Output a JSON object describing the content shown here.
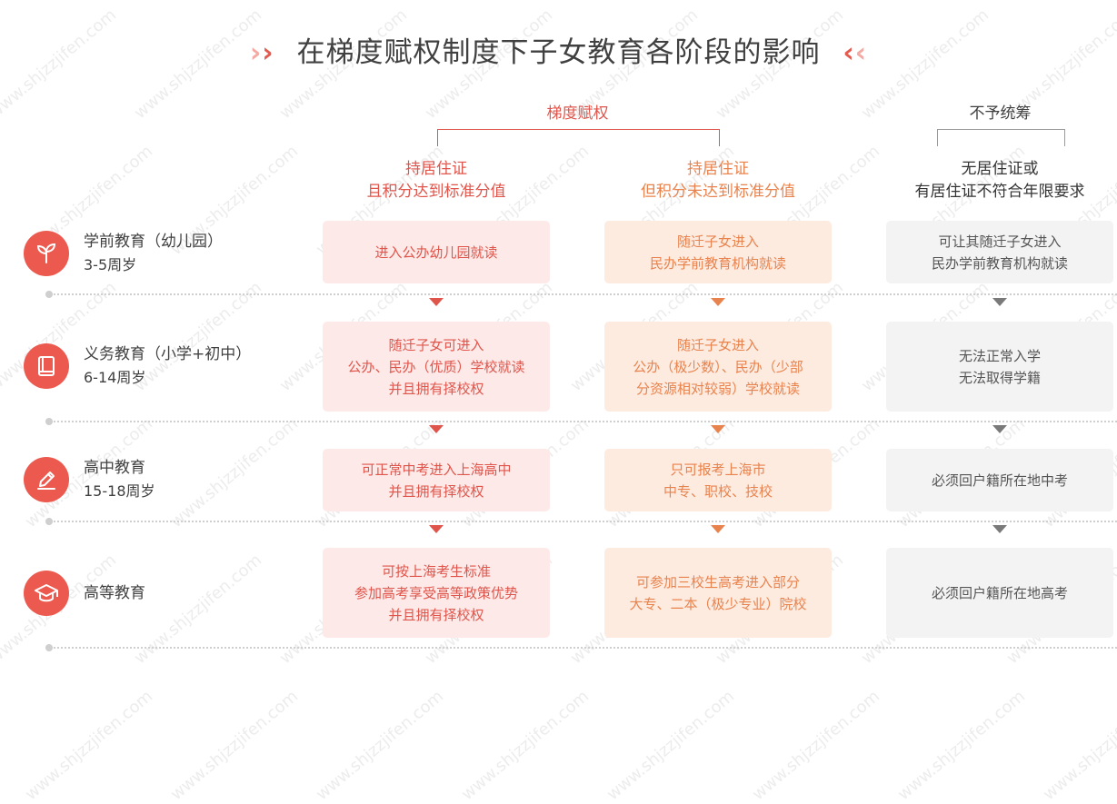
{
  "title": "在梯度赋权制度下子女教育各阶段的影响",
  "watermark": "www.shjzzjifen.com",
  "groups": {
    "gradient": "梯度赋权",
    "none": "不予统筹"
  },
  "columns": [
    {
      "line1": "持居住证",
      "line2": "且积分达到标准分值"
    },
    {
      "line1": "持居住证",
      "line2": "但积分未达到标准分值"
    },
    {
      "line1": "无居住证或",
      "line2": "有居住证不符合年限要求"
    }
  ],
  "stages": [
    {
      "name": "学前教育（幼儿园）",
      "age": "3-5周岁",
      "icon": "sprout-icon",
      "cells": [
        [
          "进入公办幼儿园就读"
        ],
        [
          "随迁子女进入",
          "民办学前教育机构就读"
        ],
        [
          "可让其随迁子女进入",
          "民办学前教育机构就读"
        ]
      ]
    },
    {
      "name": "义务教育（小学+初中）",
      "age": "6-14周岁",
      "icon": "book-icon",
      "cells": [
        [
          "随迁子女可进入",
          "公办、民办（优质）学校就读",
          "并且拥有择校权"
        ],
        [
          "随迁子女进入",
          "公办（极少数）、民办（少部",
          "分资源相对较弱）学校就读"
        ],
        [
          "无法正常入学",
          "无法取得学籍"
        ]
      ]
    },
    {
      "name": "高中教育",
      "age": "15-18周岁",
      "icon": "pencil-icon",
      "cells": [
        [
          "可正常中考进入上海高中",
          "并且拥有择校权"
        ],
        [
          "只可报考上海市",
          "中专、职校、技校"
        ],
        [
          "必须回户籍所在地中考"
        ]
      ]
    },
    {
      "name": "高等教育",
      "age": "",
      "icon": "graduation-cap-icon",
      "cells": [
        [
          "可按上海考生标准",
          "参加高考享受高等政策优势",
          "并且拥有择校权"
        ],
        [
          "可参加三校生高考进入部分",
          "大专、二本（极少专业）院校"
        ],
        [
          "必须回户籍所在地高考"
        ]
      ]
    }
  ],
  "colors": {
    "accent_red": "#e0554b",
    "accent_orange": "#e9834e",
    "neutral_text": "#555555",
    "icon_bg": "#ec5a4f"
  }
}
